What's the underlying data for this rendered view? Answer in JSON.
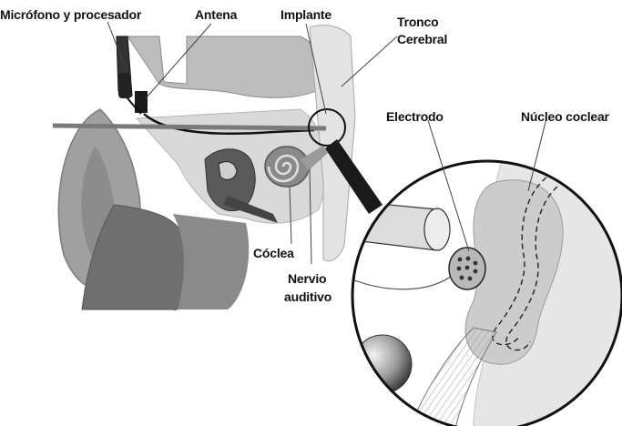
{
  "labels": {
    "microfono": "Micrófono y procesador",
    "antena": "Antena",
    "implante": "Implante",
    "tronco_1": "Tronco",
    "tronco_2": "Cerebral",
    "electrodo": "Electrodo",
    "nucleo": "Núcleo coclear",
    "coclea": "Cóclea",
    "nervio_1": "Nervio",
    "nervio_2": "auditivo"
  }
}
